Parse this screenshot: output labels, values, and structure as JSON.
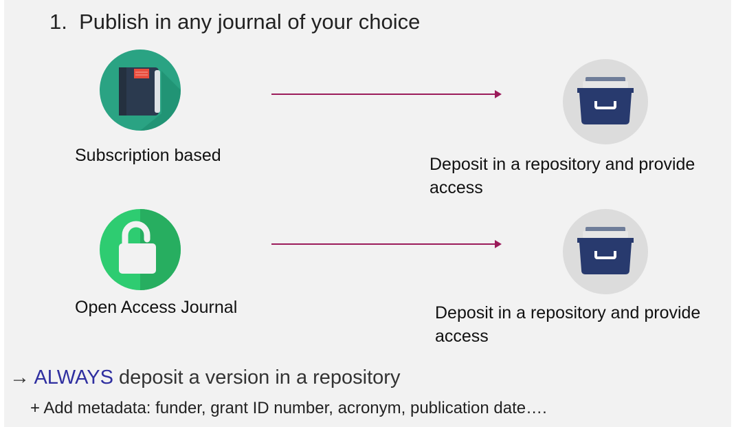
{
  "heading": {
    "number": "1.",
    "text": "Publish in any journal of your choice"
  },
  "rows": [
    {
      "icon": "book-icon",
      "label": "Subscription based",
      "deposit_line1": "Deposit in a repository and provide",
      "deposit_line2": "access"
    },
    {
      "icon": "open-lock-icon",
      "label": "Open Access Journal",
      "deposit_line1": "Deposit in a repository and provide",
      "deposit_line2": "access"
    }
  ],
  "takeaway": {
    "arrow": "→",
    "keyword": "ALWAYS",
    "rest": " deposit a version in a repository"
  },
  "metadata_note": "+ Add metadata: funder, grant ID number, acronym, publication date….",
  "colors": {
    "arrow": "#9b1b5a",
    "book_circle": "#2aa383",
    "lock_circle": "#2ecc71",
    "archive_box": "#283a6e",
    "keyword": "#2f2fa0"
  }
}
